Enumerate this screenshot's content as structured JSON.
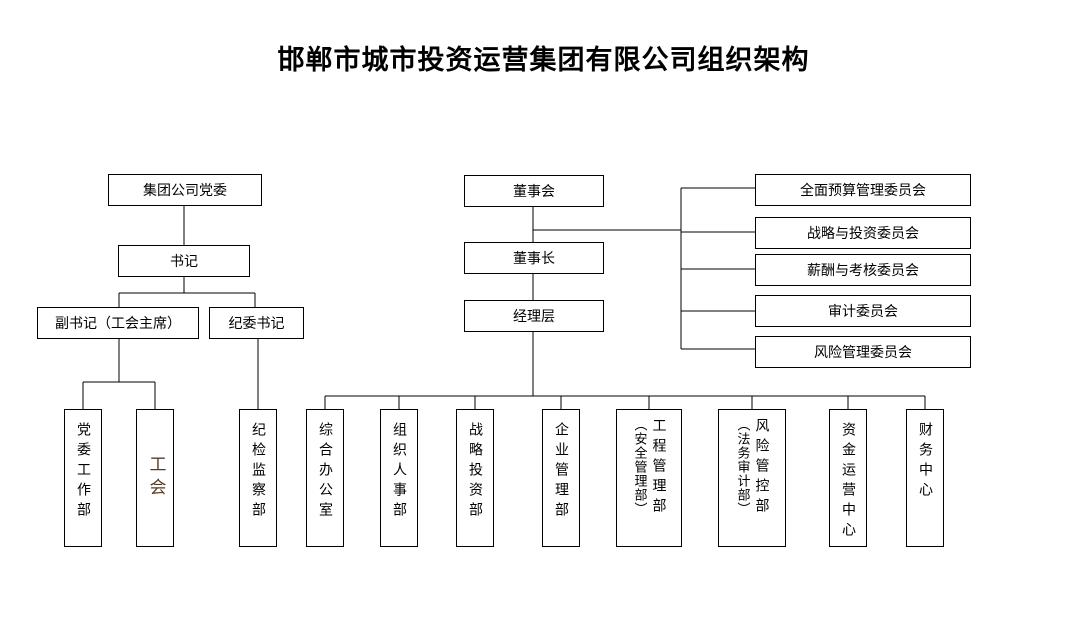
{
  "title": "邯郸市城市投资运营集团有限公司组织架构",
  "party": {
    "committee": "集团公司党委",
    "secretary": "书记",
    "deputy": "副书记（工会主席）",
    "discipline_secretary": "纪委书记",
    "party_work": "党委工作部",
    "union": "工会",
    "inspection": "纪检监察部"
  },
  "board": {
    "board": "董事会",
    "chairman": "董事长",
    "management": "经理层"
  },
  "committees": [
    "全面预算管理委员会",
    "战略与投资委员会",
    "薪酬与考核委员会",
    "审计委员会",
    "风险管理委员会"
  ],
  "departments": {
    "general_office": "综合办公室",
    "hr": "组织人事部",
    "strategy": "战略投资部",
    "enterprise": "企业管理部",
    "engineering": "工程管理部",
    "engineering_sub": "（安全管理部）",
    "risk": "风险管控部",
    "risk_sub": "（法务审计部）",
    "capital": "资金运营中心",
    "finance": "财务中心"
  }
}
